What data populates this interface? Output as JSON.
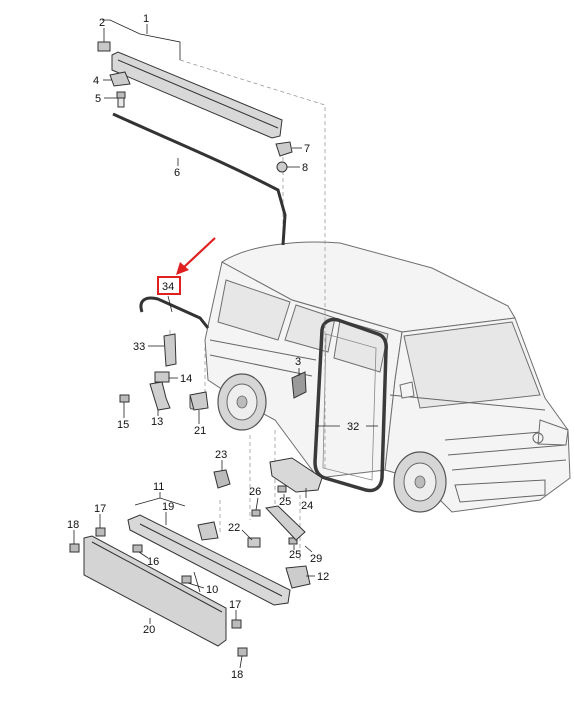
{
  "labels": [
    {
      "key": "p1",
      "text": "1"
    },
    {
      "key": "p2",
      "text": "2"
    },
    {
      "key": "p3",
      "text": "3"
    },
    {
      "key": "p4",
      "text": "4"
    },
    {
      "key": "p5",
      "text": "5"
    },
    {
      "key": "p6",
      "text": "6"
    },
    {
      "key": "p7",
      "text": "7"
    },
    {
      "key": "p8",
      "text": "8"
    },
    {
      "key": "p10",
      "text": "10"
    },
    {
      "key": "p11",
      "text": "11"
    },
    {
      "key": "p12",
      "text": "12"
    },
    {
      "key": "p13",
      "text": "13"
    },
    {
      "key": "p14",
      "text": "14"
    },
    {
      "key": "p15",
      "text": "15"
    },
    {
      "key": "p16",
      "text": "16"
    },
    {
      "key": "p17a",
      "text": "17"
    },
    {
      "key": "p17b",
      "text": "17"
    },
    {
      "key": "p18a",
      "text": "18"
    },
    {
      "key": "p18b",
      "text": "18"
    },
    {
      "key": "p19",
      "text": "19"
    },
    {
      "key": "p20",
      "text": "20"
    },
    {
      "key": "p21",
      "text": "21"
    },
    {
      "key": "p22",
      "text": "22"
    },
    {
      "key": "p23",
      "text": "23"
    },
    {
      "key": "p24",
      "text": "24"
    },
    {
      "key": "p25a",
      "text": "25"
    },
    {
      "key": "p25b",
      "text": "25"
    },
    {
      "key": "p26",
      "text": "26"
    },
    {
      "key": "p29",
      "text": "29"
    },
    {
      "key": "p32",
      "text": "32"
    },
    {
      "key": "p33",
      "text": "33"
    },
    {
      "key": "p34",
      "text": "34"
    }
  ],
  "colors": {
    "highlight": "#e02020",
    "lineart": "#333333",
    "van_fill": "#f4f4f4",
    "part_fill": "#d8d8d8"
  }
}
